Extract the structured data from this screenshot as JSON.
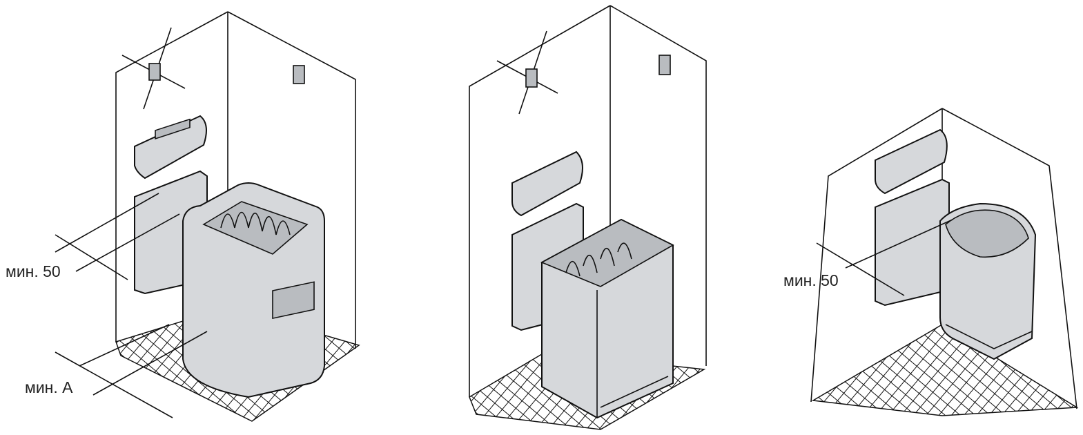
{
  "labels": {
    "scene1_side_clearance": "мин. 50",
    "scene1_front_clearance": "мин. A",
    "scene3_side_clearance": "мин. 50"
  },
  "colors": {
    "heater_fill": "#d6d8db",
    "line": "#111111"
  }
}
